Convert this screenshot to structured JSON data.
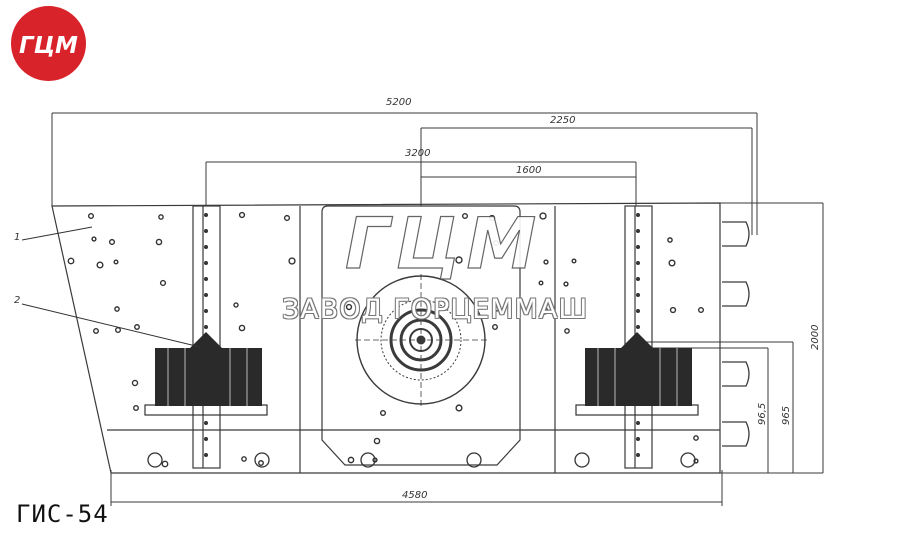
{
  "logo": {
    "text": "ГЦМ",
    "color": "#d8232a"
  },
  "watermark": {
    "text": "ЗАВОД ГОРЦЕММАШ",
    "logo_text": "ГЦМ"
  },
  "model": "ГИС-54",
  "callouts": [
    "1",
    "2"
  ],
  "dimensions": {
    "overall_length": "5200",
    "right_offset": "2250",
    "inner_span": "3200",
    "center_span": "1600",
    "bottom_length": "4580",
    "height": "2000",
    "right_965": "965",
    "right_945": "96,5"
  },
  "colors": {
    "line": "#3a3a3a",
    "ink": "#222222"
  }
}
